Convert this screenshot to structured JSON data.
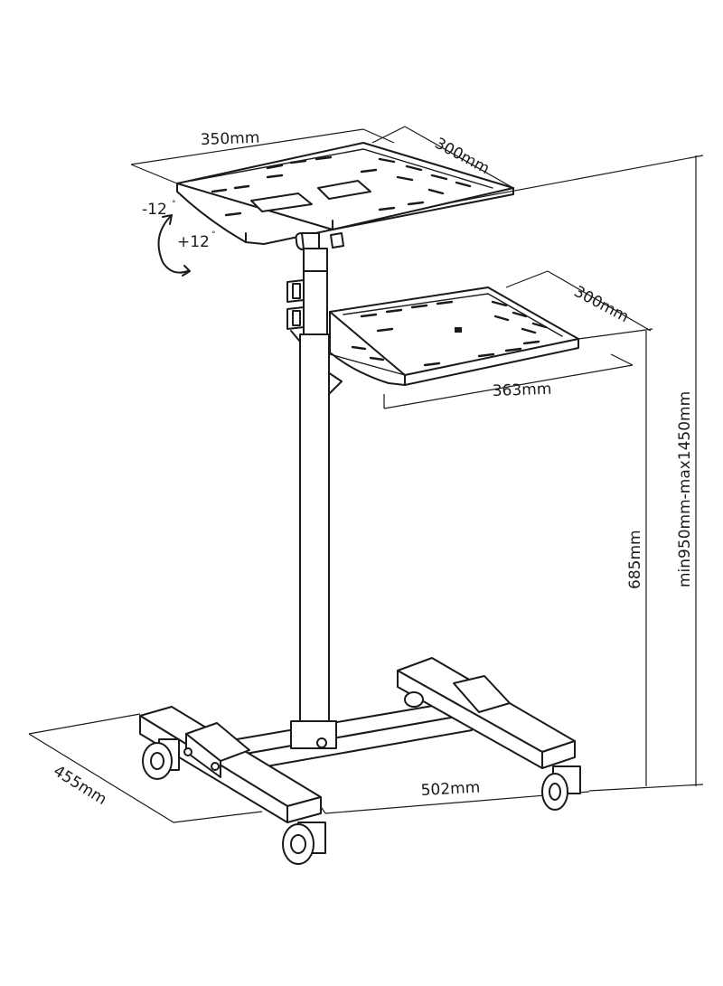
{
  "title": "",
  "dimensions": {
    "top_tray_width": "350mm",
    "top_tray_depth": "300mm",
    "second_tray_depth": "300mm",
    "second_tray_width": "363mm",
    "second_tray_height": "685mm",
    "overall_height": "min950mm-max1450mm",
    "base_depth": "455mm",
    "base_width": "502mm"
  },
  "tilt": {
    "minus": "-12",
    "plus": "+12",
    "unit_symbol": "°"
  }
}
